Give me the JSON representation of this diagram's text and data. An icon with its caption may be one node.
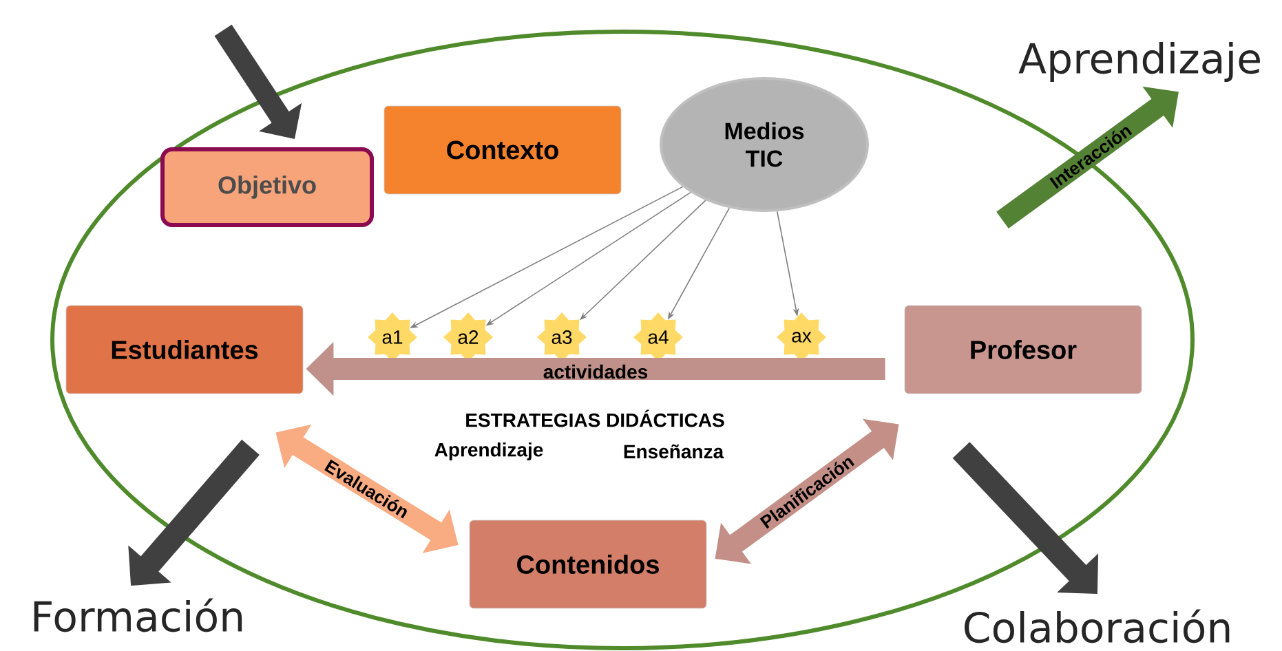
{
  "diagram": {
    "nodes": [
      {
        "text": [
          "Objetivo"
        ]
      },
      {
        "text": [
          "Contexto"
        ]
      },
      {
        "text": [
          "Medios TIC"
        ]
      },
      {
        "text": [
          "Estudiantes"
        ]
      },
      {
        "text": [
          "a1"
        ]
      },
      {
        "text": [
          "a2"
        ]
      },
      {
        "text": [
          "a3"
        ]
      },
      {
        "text": [
          "a4"
        ]
      },
      {
        "text": [
          "ax"
        ]
      },
      {
        "text": [
          "Profesor"
        ]
      },
      {
        "text": [
          "Contenidos"
        ]
      },
      {
        "text": [
          "Aprendizaje"
        ]
      },
      {
        "text": [
          "Formación"
        ]
      },
      {
        "text": [
          "Colaboración"
        ]
      }
    ],
    "edges": [
      {
        "from": null,
        "to": 0,
        "arrow": "to",
        "color": "#404040"
      },
      {
        "from": 2,
        "to": 4,
        "arrow": "to"
      },
      {
        "from": 2,
        "to": 5,
        "arrow": "to"
      },
      {
        "from": 2,
        "to": 6,
        "arrow": "to"
      },
      {
        "from": 2,
        "to": 7,
        "arrow": "to"
      },
      {
        "from": 2,
        "to": 8,
        "arrow": "to"
      },
      {
        "from": 9,
        "to": 3,
        "arrow": "to",
        "label": "actividades",
        "color": "#c0918a"
      },
      {
        "from": 3,
        "to": 10,
        "arrow": "both",
        "label": "Evaluación",
        "color": "#f9ab82"
      },
      {
        "from": 10,
        "to": 9,
        "arrow": "both",
        "label": "Planificación",
        "color": "#c38f86"
      },
      {
        "from": null,
        "to": 11,
        "arrow": "to",
        "label": "Interacción",
        "color": "#548235"
      },
      {
        "from": null,
        "to": 12,
        "arrow": "to",
        "color": "#404040"
      },
      {
        "from": null,
        "to": 13,
        "arrow": "to",
        "color": "#404040"
      }
    ],
    "labels": [
      "ESTRATEGIAS DIDÁCTICAS",
      "Aprendizaje",
      "Enseñanza"
    ]
  }
}
